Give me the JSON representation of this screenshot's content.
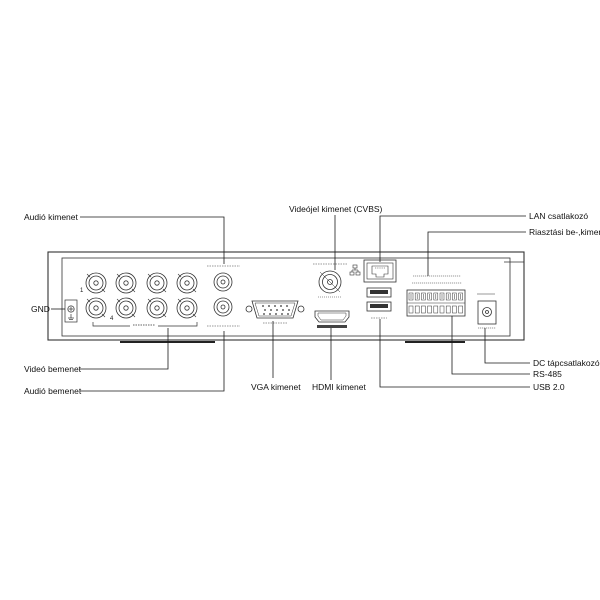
{
  "callouts": {
    "audio_out": "Audió kimenet",
    "gnd": "GND",
    "video_in": "Videó bemenet",
    "audio_in": "Audió bemenet",
    "video_out_cvbs": "Videójel kimenet (CVBS)",
    "vga_out": "VGA kimenet",
    "hdmi_out": "HDMI kimenet",
    "lan": "LAN csatlakozó",
    "alarm_io": "Riasztási be-,kimenet",
    "dc_power": "DC tápcsatlakozó",
    "rs485": "RS-485",
    "usb": "USB 2.0"
  },
  "panel_print": {
    "channel_1": "1",
    "channel_4": "4"
  },
  "colors": {
    "line": "#1a1a1a",
    "outline": "#333333",
    "panel_fill": "#ffffff"
  }
}
